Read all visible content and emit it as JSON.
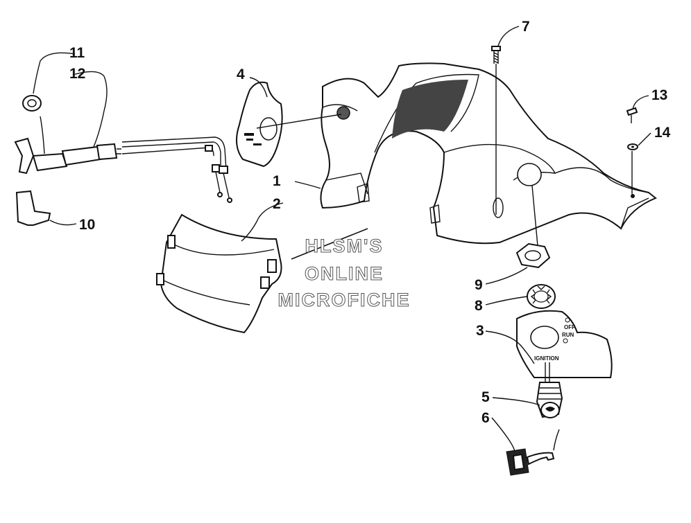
{
  "callouts": [
    {
      "id": "1",
      "label": "1"
    },
    {
      "id": "2",
      "label": "2"
    },
    {
      "id": "3",
      "label": "3"
    },
    {
      "id": "4",
      "label": "4"
    },
    {
      "id": "5",
      "label": "5"
    },
    {
      "id": "6",
      "label": "6"
    },
    {
      "id": "7",
      "label": "7"
    },
    {
      "id": "8",
      "label": "8"
    },
    {
      "id": "9",
      "label": "9"
    },
    {
      "id": "10",
      "label": "10"
    },
    {
      "id": "11",
      "label": "11"
    },
    {
      "id": "12",
      "label": "12"
    },
    {
      "id": "13",
      "label": "13"
    },
    {
      "id": "14",
      "label": "14"
    }
  ],
  "watermark": {
    "line1": "HLSM'S",
    "line2": "ONLINE",
    "line3": "MICROFICHE"
  },
  "ignition_decal": {
    "off": "OFF",
    "run": "RUN",
    "ignition": "IGNITION"
  }
}
